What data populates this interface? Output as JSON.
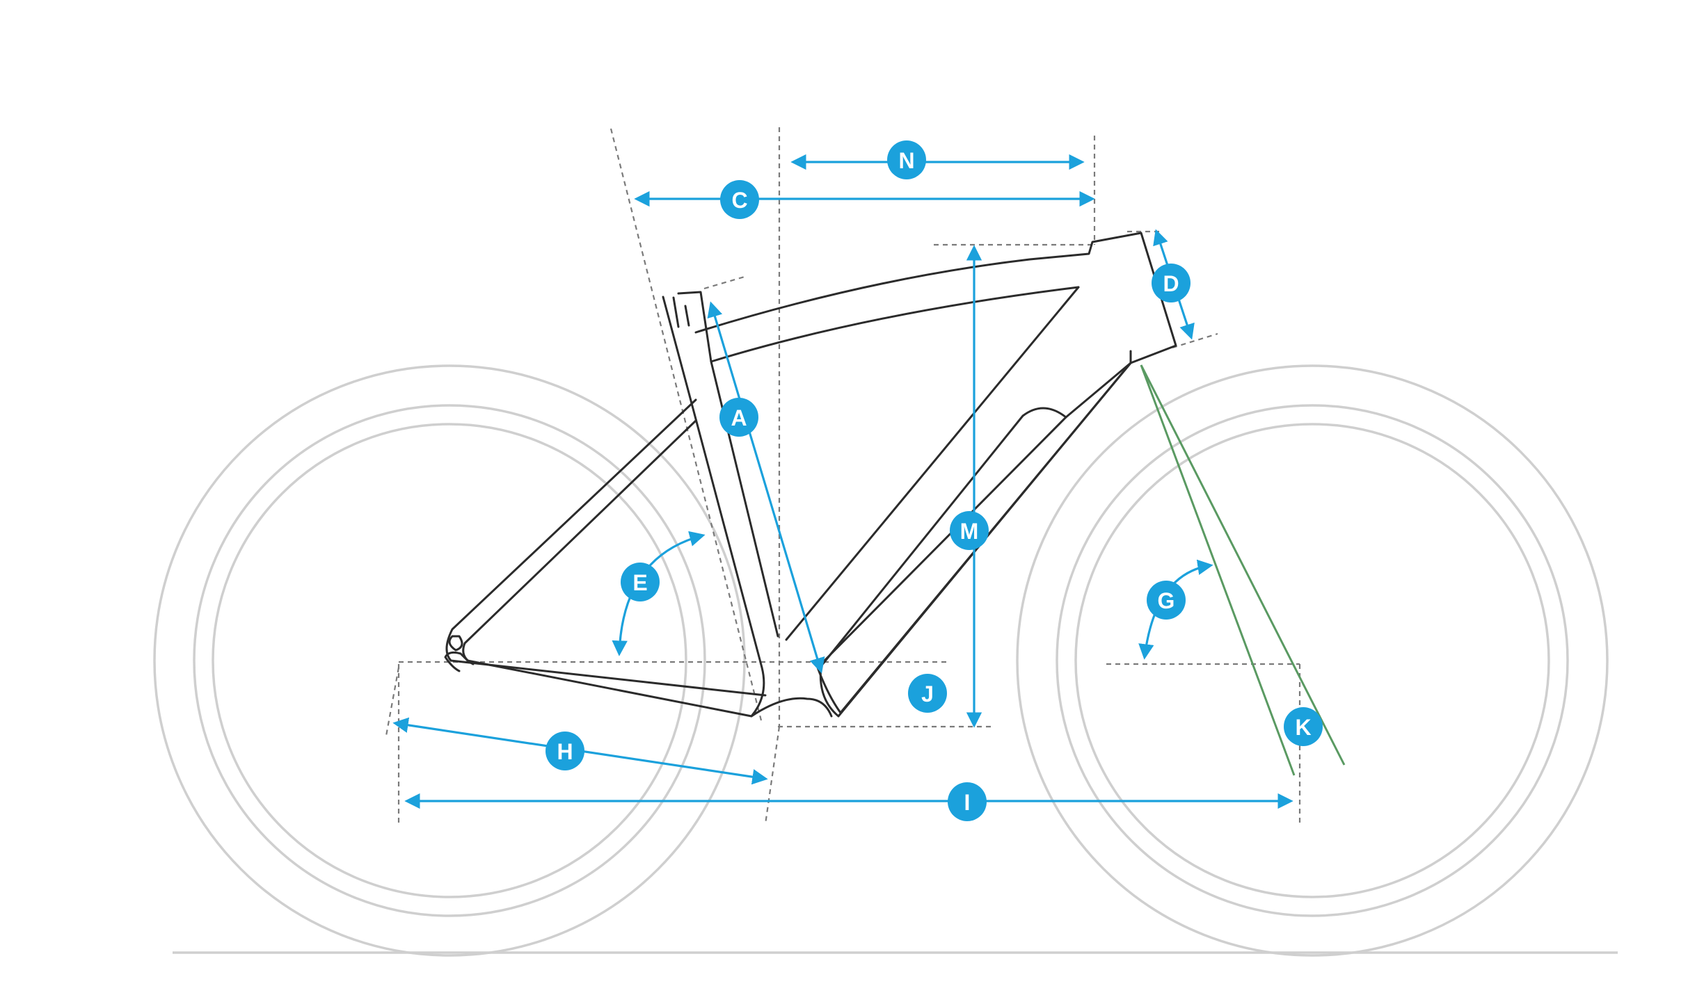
{
  "labels": {
    "A": "A",
    "C": "C",
    "D": "D",
    "E": "E",
    "G": "G",
    "H": "H",
    "I": "I",
    "J": "J",
    "K": "K",
    "M": "M",
    "N": "N"
  },
  "colors": {
    "dimension": "#1ba1dc",
    "frame": "#2b2b2b",
    "wheel": "#cfcfcf",
    "guide": "#7a7a7a",
    "fork_axis": "#5a9a62"
  }
}
